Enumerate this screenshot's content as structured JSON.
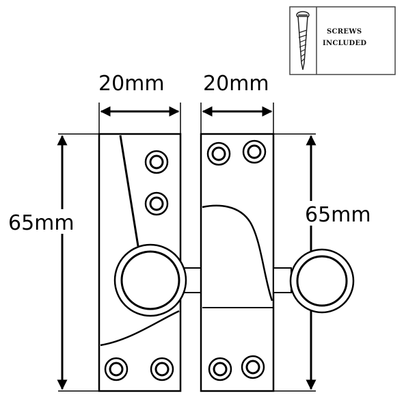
{
  "screws_box": {
    "line1": "SCREWS",
    "line2": "INCLUDED",
    "icon": "wood-screw-icon"
  },
  "dimensions": {
    "left_width": "20mm",
    "right_width": "20mm",
    "left_height": "65mm",
    "right_height": "65mm"
  },
  "colors": {
    "line": "#000000",
    "background": "#ffffff"
  }
}
